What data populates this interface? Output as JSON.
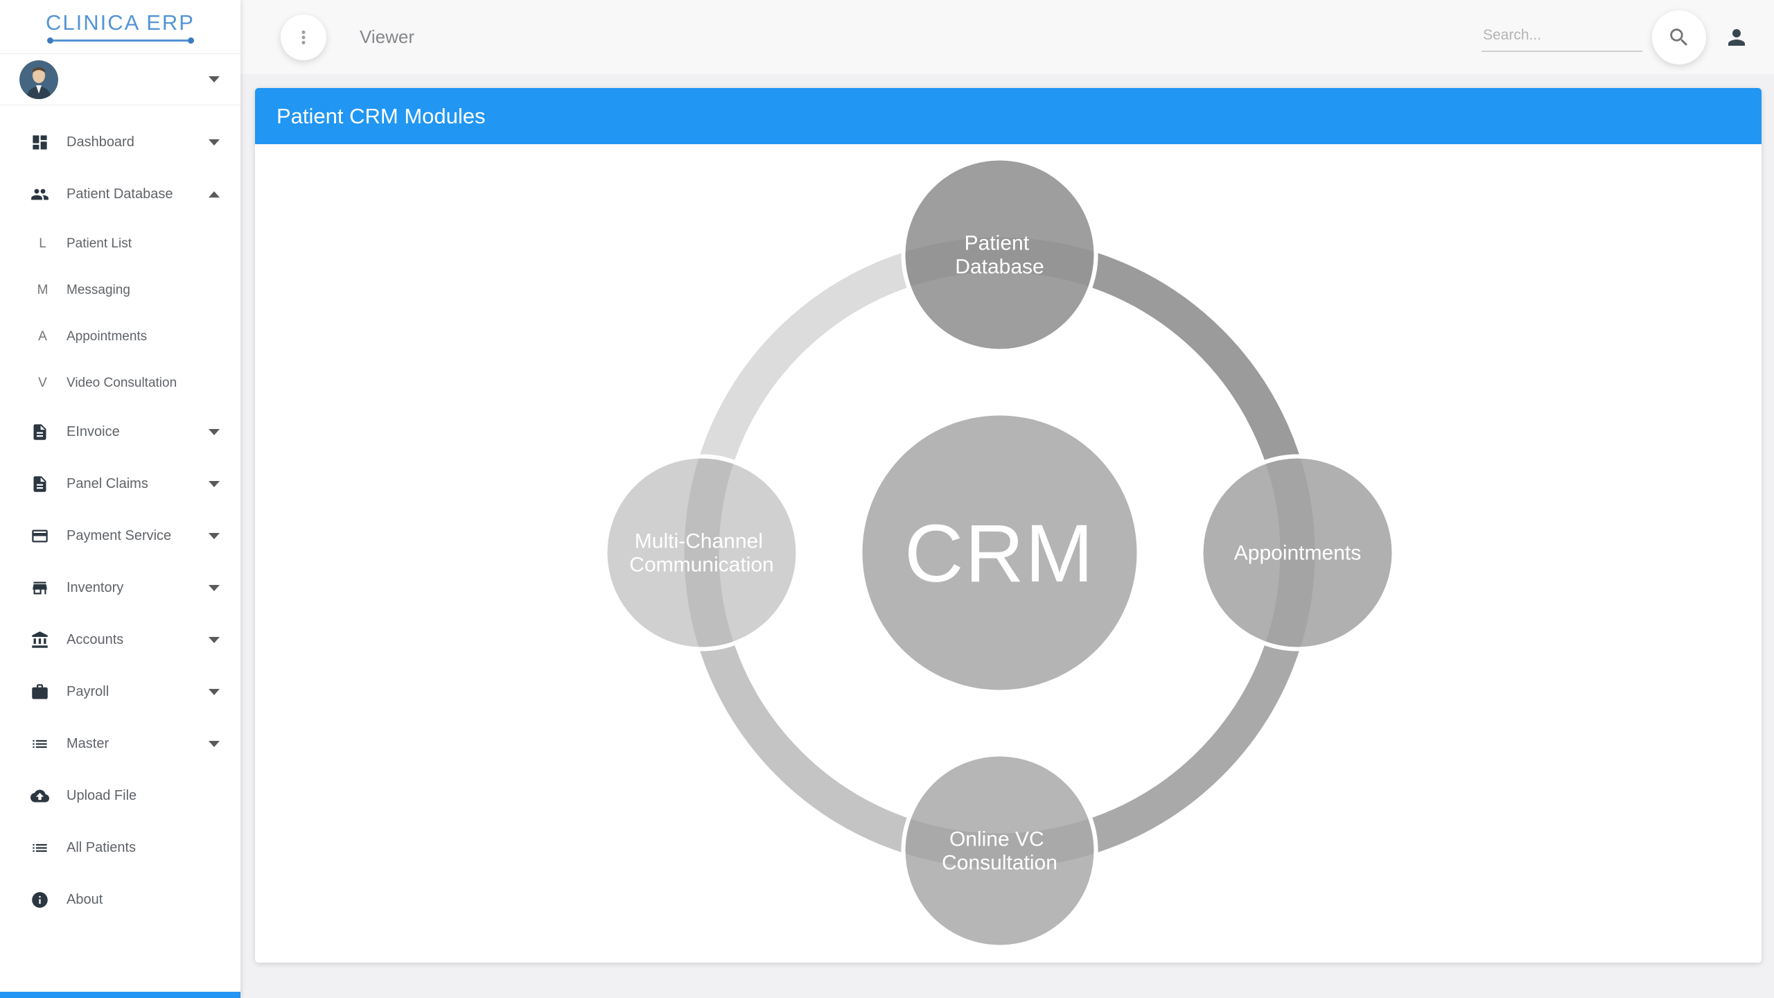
{
  "brand": {
    "name": "CLINICA ERP",
    "color": "#5494d6"
  },
  "topbar": {
    "title": "Viewer",
    "search_placeholder": "Search...",
    "icons": [
      "more-vert-icon",
      "search-icon",
      "user-icon"
    ]
  },
  "sidebar": {
    "profile": {
      "icon": "avatar",
      "caret": "down"
    },
    "items": [
      {
        "label": "Dashboard",
        "icon": "dashboard-icon",
        "caret": "down"
      },
      {
        "label": "Patient Database",
        "icon": "people-icon",
        "caret": "up",
        "expanded": true,
        "children": [
          {
            "prefix": "L",
            "label": "Patient List"
          },
          {
            "prefix": "M",
            "label": "Messaging"
          },
          {
            "prefix": "A",
            "label": "Appointments"
          },
          {
            "prefix": "V",
            "label": "Video Consultation"
          }
        ]
      },
      {
        "label": "EInvoice",
        "icon": "document-icon",
        "caret": "down"
      },
      {
        "label": "Panel Claims",
        "icon": "document-icon",
        "caret": "down"
      },
      {
        "label": "Payment Service",
        "icon": "credit-card-icon",
        "caret": "down"
      },
      {
        "label": "Inventory",
        "icon": "store-icon",
        "caret": "down"
      },
      {
        "label": "Accounts",
        "icon": "bank-icon",
        "caret": "down"
      },
      {
        "label": "Payroll",
        "icon": "briefcase-icon",
        "caret": "down"
      },
      {
        "label": "Master",
        "icon": "list-icon",
        "caret": "down"
      },
      {
        "label": "Upload File",
        "icon": "cloud-upload-icon"
      },
      {
        "label": "All Patients",
        "icon": "list-icon"
      },
      {
        "label": "About",
        "icon": "info-icon"
      }
    ],
    "accent_strip_color": "#2196f3"
  },
  "main": {
    "panel_title": "Patient CRM Modules",
    "panel_header_color": "#2196f3"
  },
  "diagram": {
    "type": "cycle",
    "center": {
      "label": "CRM",
      "color": "#b4b4b4"
    },
    "nodes": [
      {
        "position": "top",
        "label": "Patient Database",
        "lines": [
          "Patient",
          "Database"
        ],
        "color": "#9e9e9e"
      },
      {
        "position": "right",
        "label": "Appointments",
        "lines": [
          "Appointments"
        ],
        "color": "#b0b0b0"
      },
      {
        "position": "bottom",
        "label": "Online VC Consultation",
        "lines": [
          "Online VC",
          "Consultation"
        ],
        "color": "#b6b6b6"
      },
      {
        "position": "left",
        "label": "Multi-Channel Communication",
        "lines": [
          "Multi-Channel",
          "Communication"
        ],
        "color": "#d0d0d0"
      }
    ],
    "ring_colors": {
      "top_left": "#dcdcdc",
      "top_right": "#9b9b9b",
      "bottom_right": "#a9a9a9",
      "bottom_left": "#c4c4c4"
    }
  }
}
